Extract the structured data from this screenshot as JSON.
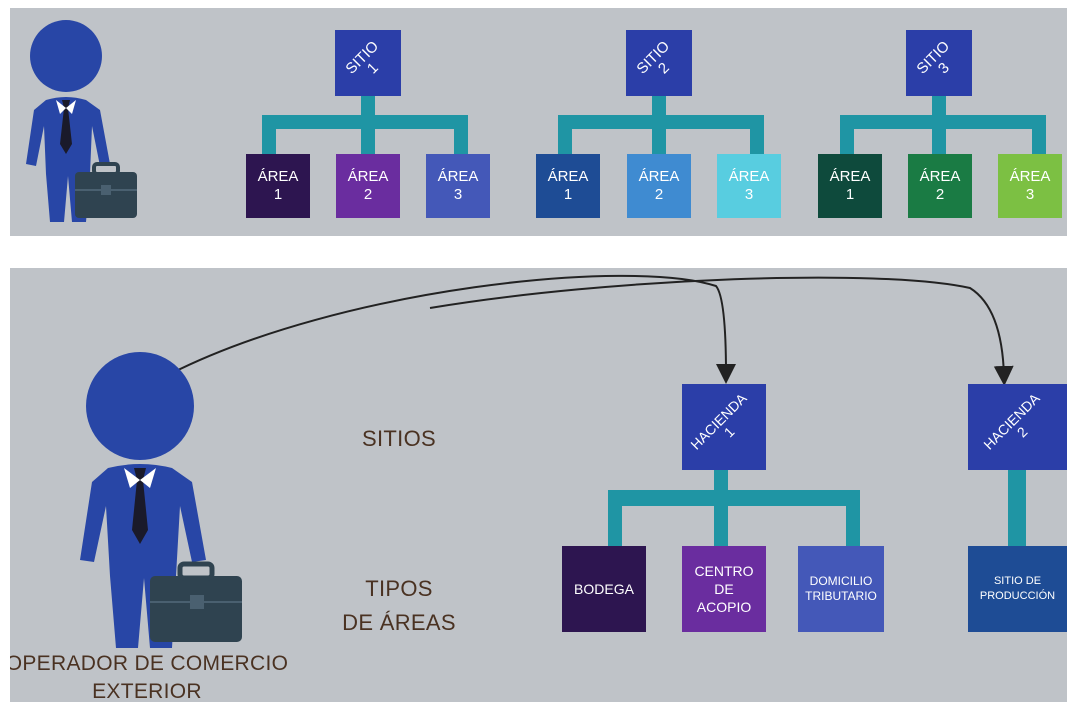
{
  "top": {
    "sitios": [
      {
        "line1": "SITIO",
        "line2": "1",
        "areas": [
          {
            "line1": "ÁREA",
            "line2": "1",
            "color": "#2d1550"
          },
          {
            "line1": "ÁREA",
            "line2": "2",
            "color": "#6a2d9f"
          },
          {
            "line1": "ÁREA",
            "line2": "3",
            "color": "#4458b8"
          }
        ]
      },
      {
        "line1": "SITIO",
        "line2": "2",
        "areas": [
          {
            "line1": "ÁREA",
            "line2": "1",
            "color": "#1e4c95"
          },
          {
            "line1": "ÁREA",
            "line2": "2",
            "color": "#3f8bd1"
          },
          {
            "line1": "ÁREA",
            "line2": "3",
            "color": "#58cde0"
          }
        ]
      },
      {
        "line1": "SITIO",
        "line2": "3",
        "areas": [
          {
            "line1": "ÁREA",
            "line2": "1",
            "color": "#0e4a3c"
          },
          {
            "line1": "ÁREA",
            "line2": "2",
            "color": "#1a7b44"
          },
          {
            "line1": "ÁREA",
            "line2": "3",
            "color": "#7cc043"
          }
        ]
      }
    ]
  },
  "bottom": {
    "sitios_label": "SITIOS",
    "tipos_label_line1": "TIPOS",
    "tipos_label_line2": "DE ÁREAS",
    "operator_line1": "OPERADOR DE COMERCIO",
    "operator_line2": "EXTERIOR",
    "hacienda1": {
      "line1": "HACIENDA",
      "line2": "1"
    },
    "hacienda2": {
      "line1": "HACIENDA",
      "line2": "2"
    },
    "areas": [
      {
        "text": "BODEGA",
        "color": "#2d1550"
      },
      {
        "text": "CENTRO DE ACOPIO",
        "color": "#6a2d9f"
      },
      {
        "text": "DOMICILIO TRIBUTARIO",
        "color": "#4458b8"
      },
      {
        "text": "SITIO DE PRODUCCIÓN",
        "color": "#1e4c95"
      }
    ]
  },
  "colors": {
    "sitio_box": "#2b3ea8",
    "connector": "#1f95a4",
    "person": "#2846a6",
    "briefcase": "#2f4350",
    "label_text": "#4a3222"
  },
  "icons": [
    "person-icon",
    "briefcase-icon",
    "arrow-icon"
  ]
}
